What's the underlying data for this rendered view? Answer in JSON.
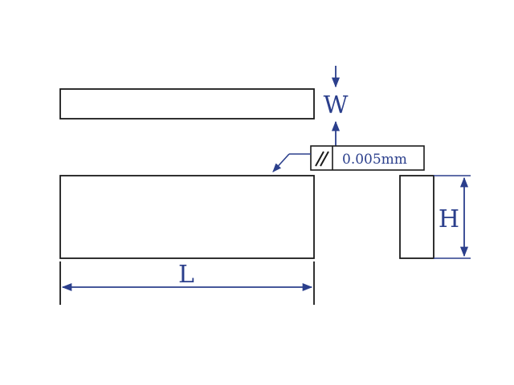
{
  "labels": {
    "width": "W",
    "length": "L",
    "height": "H",
    "tolerance_value": "0.005mm"
  },
  "icons": {
    "parallelism_symbol": "parallelism-symbol-icon"
  },
  "colors": {
    "outline": "#1a1a1a",
    "dimension": "#2b3f8c"
  }
}
